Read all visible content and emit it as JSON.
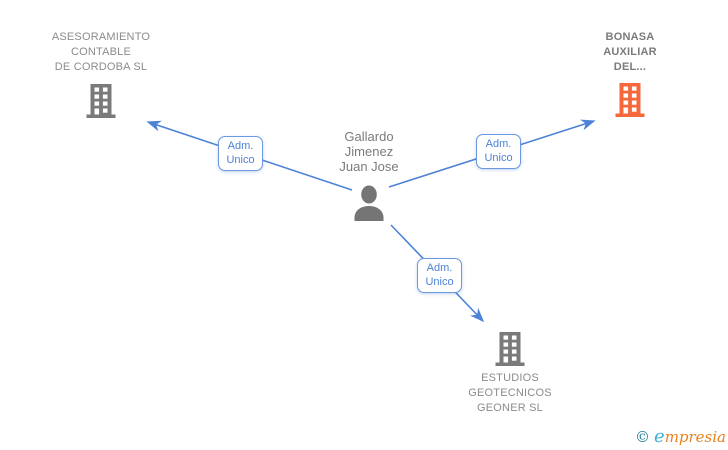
{
  "colors": {
    "accent_blue": "#4d82d6",
    "building_gray": "#7a7a7a",
    "building_orange": "#f4683c",
    "person_gray": "#757575",
    "text_gray": "#8b8b8b",
    "text_gray_dark": "#7b7b7b",
    "watermark_teal": "#1d7c99",
    "watermark_lightblue": "#3eb1d8",
    "watermark_orange": "#e8821e"
  },
  "person": {
    "name_lines": [
      "Gallardo",
      "Jimenez",
      "Juan Jose"
    ]
  },
  "companies": [
    {
      "name_lines": [
        "ASESORAMIENTO",
        "CONTABLE",
        "DE CORDOBA SL"
      ]
    },
    {
      "name_lines": [
        "BONASA",
        "AUXILIAR",
        "DEL..."
      ]
    },
    {
      "name_lines": [
        "ESTUDIOS",
        "GEOTECNICOS",
        "GEONER SL"
      ]
    }
  ],
  "edges": [
    {
      "label_lines": [
        "Adm.",
        "Unico"
      ]
    },
    {
      "label_lines": [
        "Adm.",
        "Unico"
      ]
    },
    {
      "label_lines": [
        "Adm.",
        "Unico"
      ]
    }
  ],
  "watermark": {
    "copyright": "©",
    "brand_initial": "e",
    "brand_rest": "mpresia"
  }
}
